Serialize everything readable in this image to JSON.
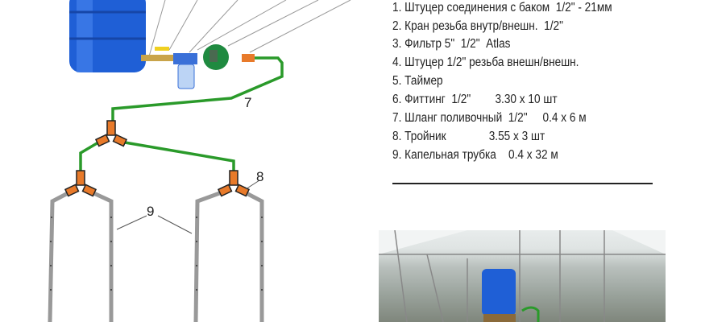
{
  "parts_list": [
    "1. Штуцер соединения с баком  1/2\" - 21мм",
    "2. Кран резьба внутр/внешн.  1/2\"",
    "3. Фильтр 5\"  1/2\"  Atlas",
    "4. Штуцер 1/2\" резьба внешн/внешн.",
    "5. Таймер",
    "6. Фиттинг  1/2\"        3.30 x 10 шт",
    "7. Шланг поливочный  1/2\"     0.4 x 6 м",
    "8. Тройник              3.55 x 3 шт",
    "9. Капельная трубка    0.4 x 32 м"
  ],
  "callouts": {
    "hose": "7",
    "tee": "8",
    "drip": "9"
  },
  "colors": {
    "barrel": "#1f5fd6",
    "hose": "#2a9a2a",
    "drip": "#9a9a9a",
    "fitting": "#e87a2a"
  }
}
